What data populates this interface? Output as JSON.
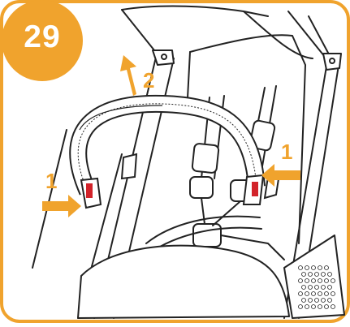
{
  "step": {
    "number": "29"
  },
  "callouts": {
    "left_label": "1",
    "right_label": "1",
    "up_label": "2"
  },
  "colors": {
    "accent": "#f0a32d",
    "line": "#222222",
    "fill": "#ffffff",
    "buckle_red": "#d2232a"
  },
  "icons": {
    "badge": "orange-circle",
    "arrows": "orange-arrow"
  }
}
